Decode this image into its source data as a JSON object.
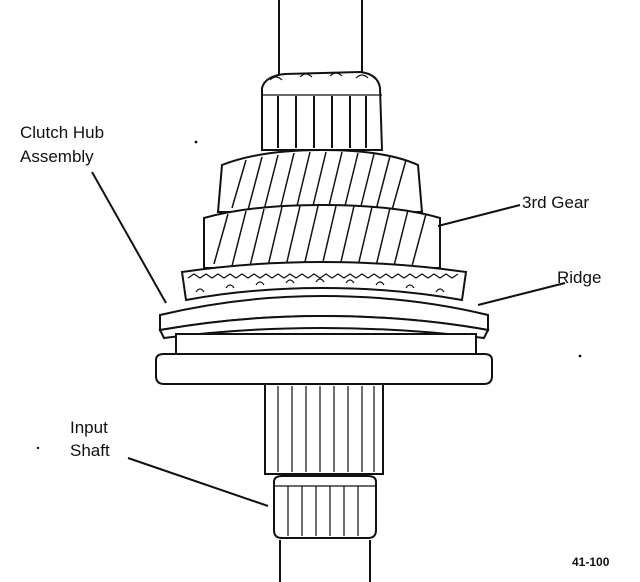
{
  "labels": {
    "clutch_hub_line1": "Clutch Hub",
    "clutch_hub_line2": "Assembly",
    "third_gear": "3rd Gear",
    "ridge": "Ridge",
    "input_shaft_line1": "Input",
    "input_shaft_line2": "Shaft"
  },
  "figure_number": "41-100",
  "colors": {
    "ink": "#111111",
    "paper": "#ffffff"
  }
}
